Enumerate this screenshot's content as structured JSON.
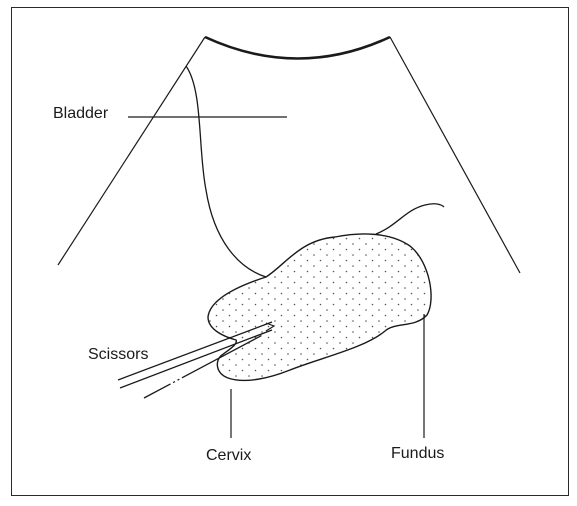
{
  "labels": {
    "bladder": "Bladder",
    "scissors": "Scissors",
    "cervix": "Cervix",
    "fundus": "Fundus"
  },
  "colors": {
    "line": "#1a1a1a",
    "stipple": "#555555"
  }
}
